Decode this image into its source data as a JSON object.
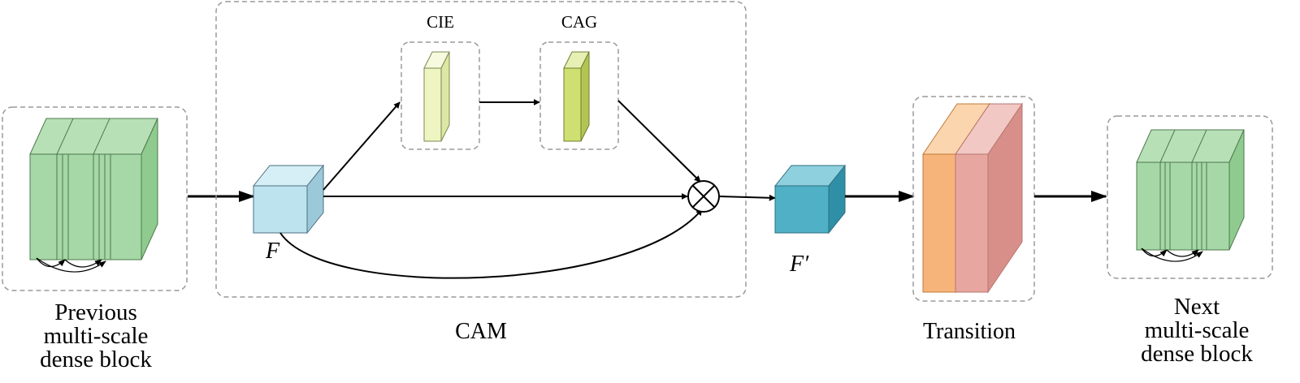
{
  "labels": {
    "previous_block": [
      "Previous",
      "multi-scale",
      "dense block"
    ],
    "next_block": [
      "Next",
      "multi-scale",
      "dense block"
    ],
    "cam": "CAM",
    "cie": "CIE",
    "cag": "CAG",
    "transition": "Transition",
    "feature_in": "F",
    "feature_out": "F′"
  },
  "colors": {
    "dense_layer": "#8fcb8f",
    "cie": "#eef4c2",
    "cag": "#cfdf72",
    "feature_in": "#bde3ef",
    "feature_out": "#4fb0c6",
    "transition_orange": "#f7b47a",
    "transition_pink": "#e7a6a0",
    "dashed_box": "#9a9a9a"
  }
}
